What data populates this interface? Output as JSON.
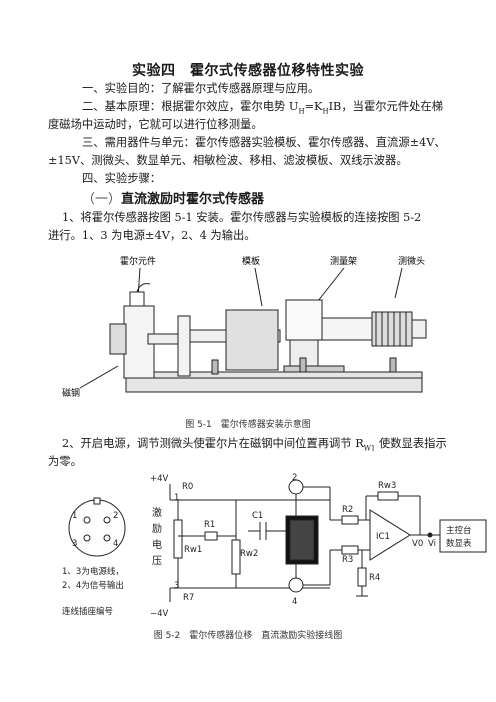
{
  "title": "实验四　霍尔式传感器位移特性实验",
  "para": {
    "l1": "一、实验目的：了解霍尔式传感器原理与应用。",
    "l2": "二、基本原理：根据霍尔效应，霍尔电势 U",
    "l2_sub1": "H",
    "l2_mid": "=K",
    "l2_sub2": "H",
    "l2_end": "IB，当霍尔元件处在梯",
    "l3": "度磁场中运动时，它就可以进行位移测量。",
    "l4": "三、需用器件与单元：霍尔传感器实验模板、霍尔传感器、直流源±4V、",
    "l5": "±15V、测微头、数显单元、相敏检波、移相、滤波模板、双线示波器。",
    "l6": "四、实验步骤：",
    "sub_num": "（一）",
    "sub_text": "直流激励时霍尔式传感器",
    "l7": "1、将霍尔传感器按图 5-1 安装。霍尔传感器与实验模板的连接按图 5-2",
    "l8": "进行。1、3 为电源±4V，2、4 为输出。",
    "l9a": "2、开启电源，调节测微头使霍尔片在磁钢中间位置再调节 R",
    "l9sub": "W1",
    "l9b": " 使数显表指示",
    "l10": "为零。"
  },
  "fig1": {
    "label_hall": "霍尔元件",
    "label_board": "模板",
    "label_frame": "测量架",
    "label_micro": "测微头",
    "label_magnet": "磁钢",
    "caption": "图 5-1　霍尔传感器安装示意图"
  },
  "fig2": {
    "v_pos": "+4V",
    "v_neg": "−4V",
    "r0": "R0",
    "r7": "R7",
    "n1": "1",
    "n2": "2",
    "n3": "3",
    "n4": "4",
    "excite1": "激",
    "excite2": "励",
    "excite3": "电",
    "excite4": "压",
    "r1": "R1",
    "rw1": "Rw1",
    "c1": "C1",
    "rw2": "Rw2",
    "r2": "R2",
    "r3": "R3",
    "r4": "R4",
    "rw3": "Rw3",
    "ic1": "IC1",
    "v0": "V0",
    "vi": "Vi",
    "display1": "主控台",
    "display2": "数显表",
    "pin1": "1",
    "pin2": "2",
    "pin3": "3",
    "pin4": "4",
    "note1": "1、3为电源线，",
    "note2": "2、4为信号输出",
    "note3": "连线插座编号",
    "caption": "图 5-2　霍尔传感器位移　直流激励实验接线图"
  }
}
